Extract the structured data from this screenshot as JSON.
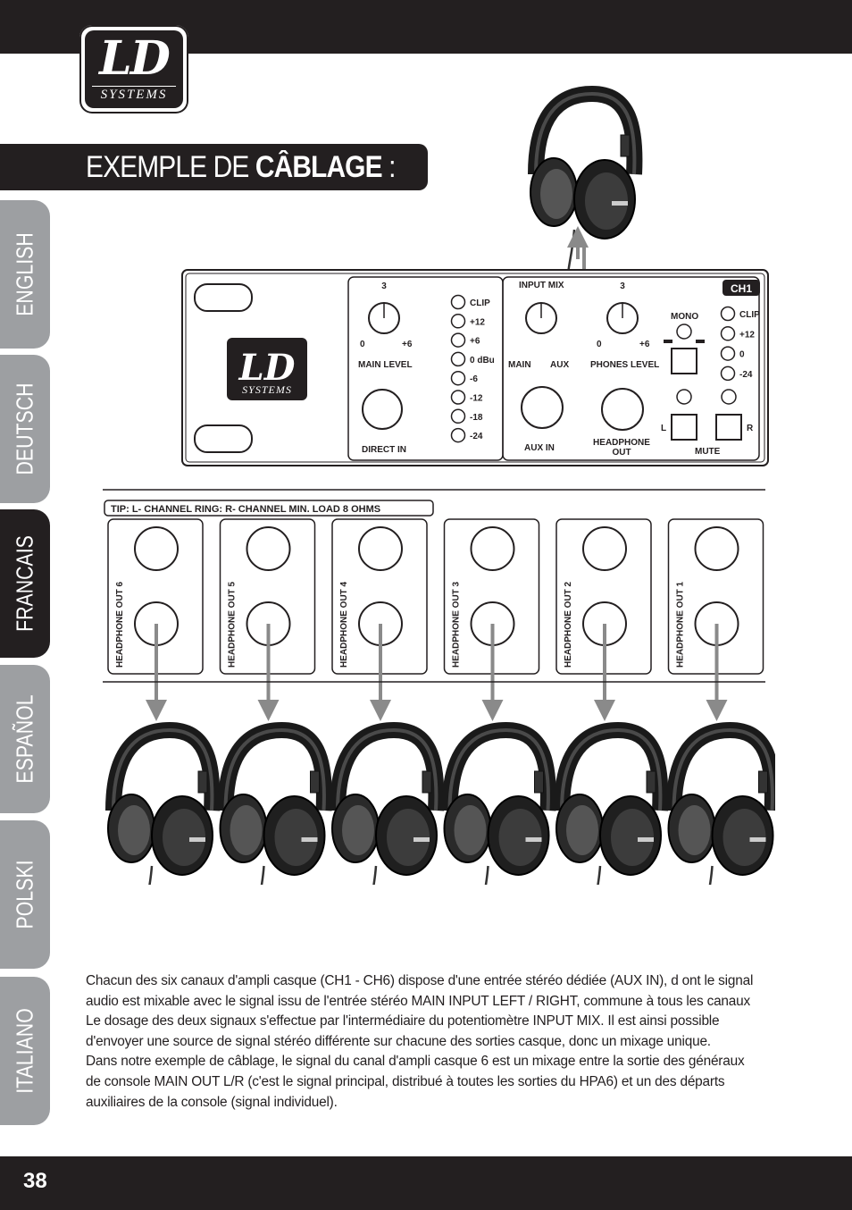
{
  "brand": {
    "logo_main": "LD",
    "logo_sub": "SYSTEMS"
  },
  "title": {
    "light": "EXEMPLE DE",
    "bold": "CÂBLAGE",
    "suffix": ":"
  },
  "languages": [
    {
      "label": "ENGLISH",
      "active": false
    },
    {
      "label": "DEUTSCH",
      "active": false
    },
    {
      "label": "FRANCAIS",
      "active": true
    },
    {
      "label": "ESPAÑOL",
      "active": false
    },
    {
      "label": "POLSKI",
      "active": false
    },
    {
      "label": "ITALIANO",
      "active": false
    }
  ],
  "panel": {
    "main_level": {
      "top": "3",
      "min": "0",
      "max": "+6",
      "label": "MAIN LEVEL"
    },
    "direct_in": "DIRECT IN",
    "meter_main": [
      "CLIP",
      "+12",
      "+6",
      "0 dBu",
      "-6",
      "-12",
      "-18",
      "-24"
    ],
    "input_mix": {
      "label": "INPUT MIX",
      "left": "MAIN",
      "right": "AUX"
    },
    "aux_in": "AUX IN",
    "phones_level": {
      "top": "3",
      "min": "0",
      "max": "+6",
      "label": "PHONES LEVEL"
    },
    "headphone_out": [
      "HEADPHONE",
      "OUT"
    ],
    "channel": "CH1",
    "mono": "MONO",
    "meter_ch": [
      "CLIP",
      "+12",
      "0",
      "-24"
    ],
    "mute": {
      "left": "L",
      "right": "R",
      "label": "MUTE"
    }
  },
  "tip_label": "TIP: L- CHANNEL RING: R- CHANNEL MIN. LOAD 8 OHMS",
  "outputs": [
    "HEADPHONE OUT 6",
    "HEADPHONE OUT 5",
    "HEADPHONE OUT 4",
    "HEADPHONE OUT 3",
    "HEADPHONE OUT 2",
    "HEADPHONE OUT 1"
  ],
  "body_lines": [
    "Chacun des six canaux d'ampli casque (CH1 - CH6) dispose d'une entrée stéréo dédiée (AUX IN), d ont le signal",
    "audio est mixable avec le signal issu de l'entrée stéréo MAIN INPUT LEFT / RIGHT, commune à tous les canaux",
    "Le dosage des deux signaux s'effectue par l'intermédiaire du potentiomètre INPUT MIX. Il est ainsi possible",
    "d'envoyer une source de signal stéréo différente sur chacune des sorties casque, donc un mixage unique.",
    "Dans notre exemple de câblage, le signal du canal d'ampli casque 6 est un mixage entre la sortie des généraux",
    "de console MAIN OUT L/R (c'est le signal principal, distribué à toutes les sorties du HPA6) et un des départs",
    "auxiliaires de la console (signal individuel)."
  ],
  "page_number": "38"
}
